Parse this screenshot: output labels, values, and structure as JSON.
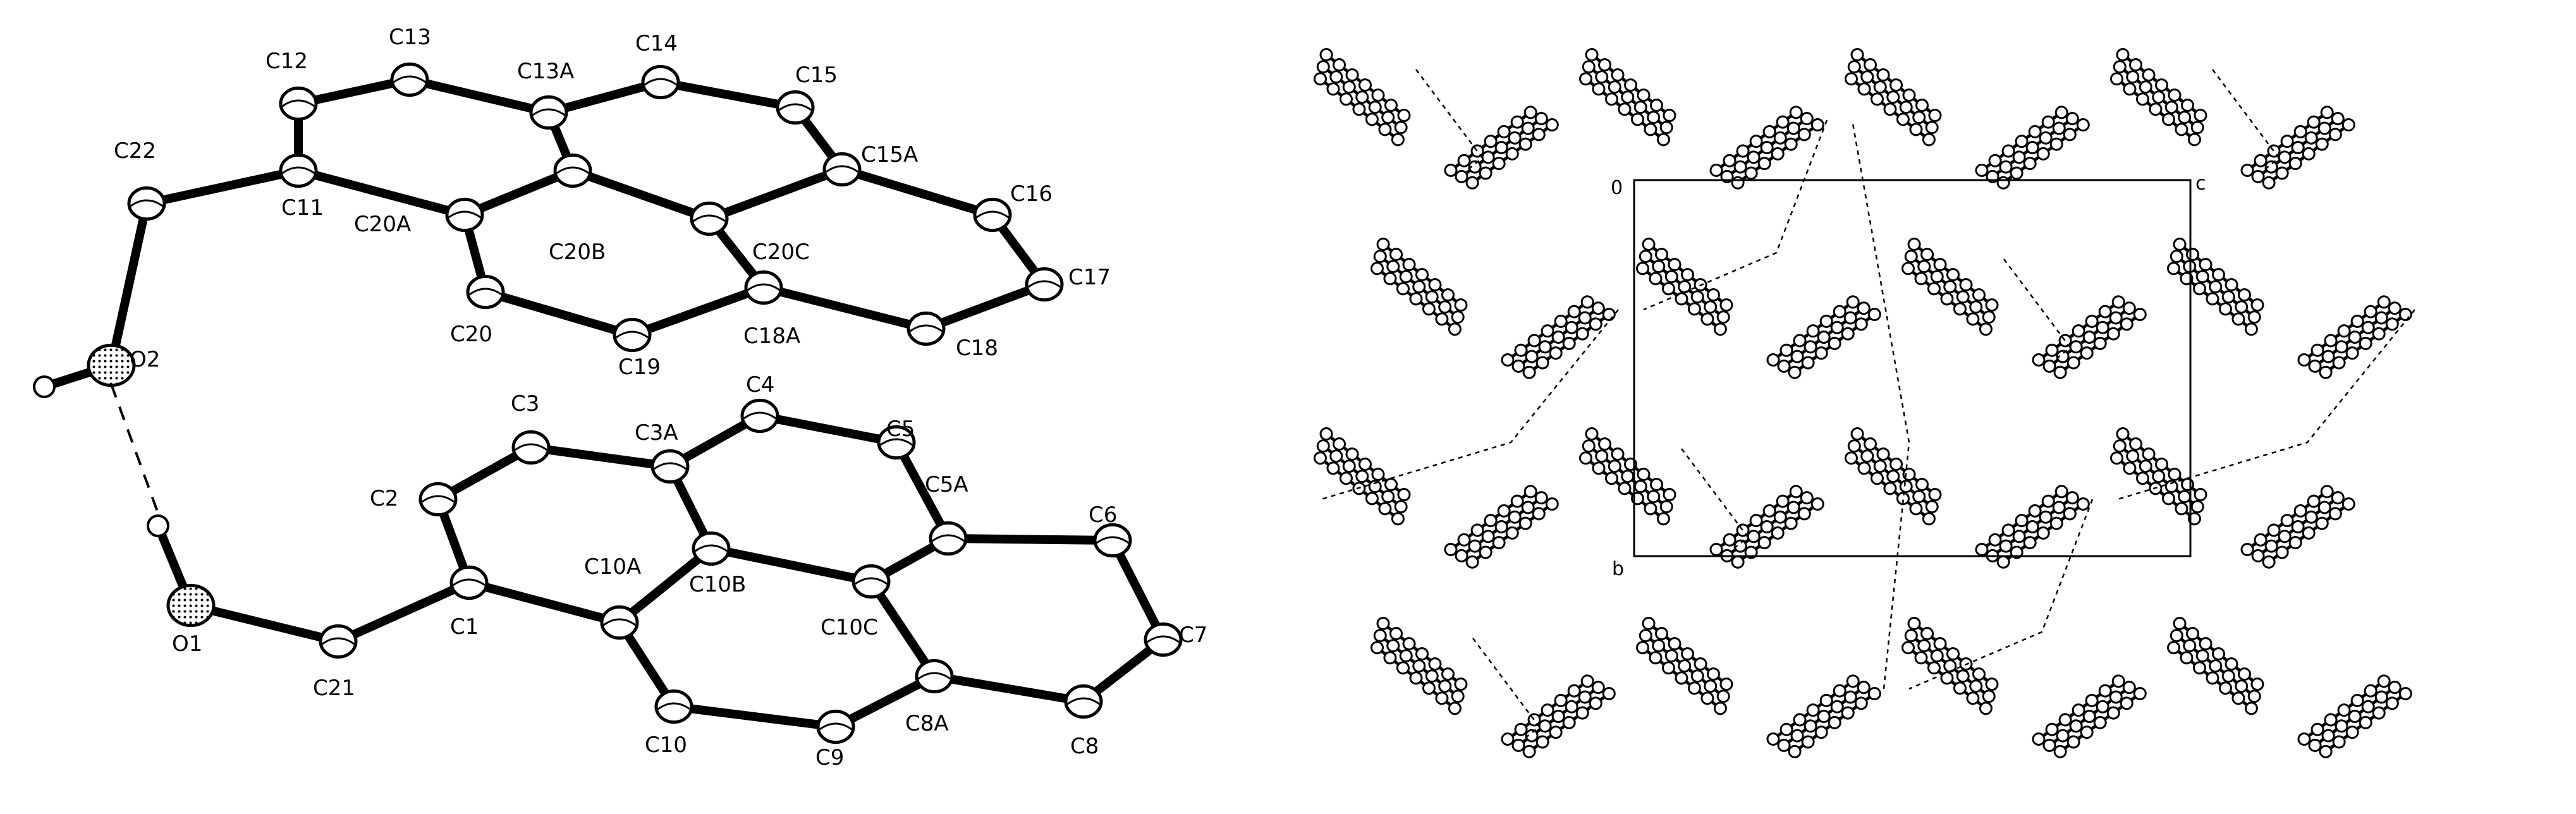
{
  "left_panel": {
    "atom_labels": [
      "C12",
      "C13",
      "C13A",
      "C14",
      "C15",
      "C22",
      "C15A",
      "C11",
      "C20A",
      "C20B",
      "C20C",
      "C16",
      "C17",
      "O2",
      "C20",
      "C19",
      "C18A",
      "C18",
      "C3",
      "C4",
      "C3A",
      "C5",
      "C2",
      "C5A",
      "C6",
      "C10A",
      "C10B",
      "C10C",
      "C1",
      "C7",
      "O1",
      "C21",
      "C10",
      "C9",
      "C8A",
      "C8"
    ]
  },
  "right_panel": {
    "axis_labels": {
      "origin": "0",
      "c": "c",
      "b": "b"
    }
  }
}
